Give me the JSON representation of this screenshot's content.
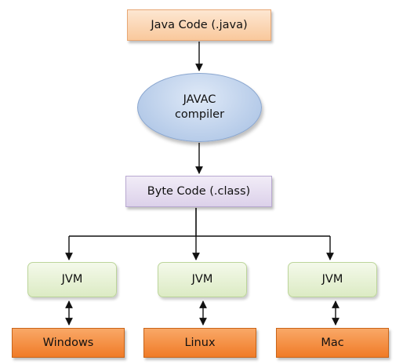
{
  "source": {
    "label": "Java Code (.java)"
  },
  "compiler": {
    "line1": "JAVAC",
    "line2": "compiler"
  },
  "bytecode": {
    "label": "Byte Code (.class)"
  },
  "jvms": [
    {
      "label": "JVM"
    },
    {
      "label": "JVM"
    },
    {
      "label": "JVM"
    }
  ],
  "platforms": [
    {
      "label": "Windows"
    },
    {
      "label": "Linux"
    },
    {
      "label": "Mac"
    }
  ]
}
